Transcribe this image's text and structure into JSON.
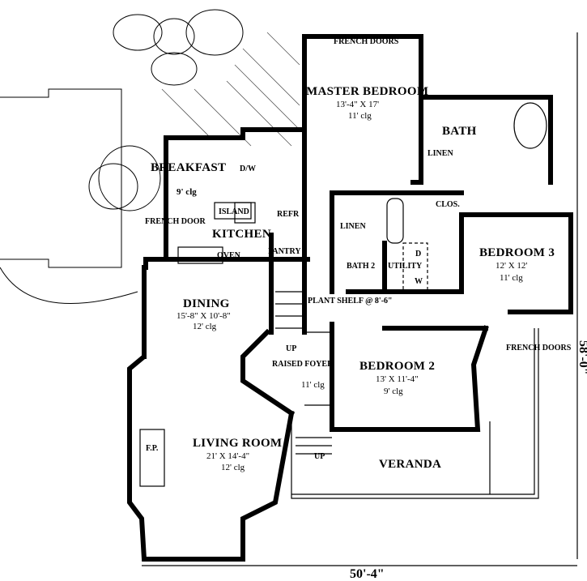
{
  "rooms": {
    "master_bedroom": {
      "name": "MASTER BEDROOM",
      "size": "13'-4\" X 17'",
      "ceiling": "11' clg"
    },
    "master_french_doors": "FRENCH DOORS",
    "bath": "BATH",
    "linen_master": "LINEN",
    "closet": "CLOS.",
    "linen_hall": "LINEN",
    "bath2": "BATH 2",
    "utility": "UTILITY",
    "dryer": "D",
    "washer": "W",
    "bedroom3": {
      "name": "BEDROOM 3",
      "size": "12' X 12'",
      "ceiling": "11' clg"
    },
    "breakfast": {
      "name": "BREAKFAST",
      "ceiling": "9' clg"
    },
    "dishwasher": "D/W",
    "island": "ISLAND",
    "refrigerator": "REFR",
    "kitchen": "KITCHEN",
    "french_door": "FRENCH DOOR",
    "oven": "OVEN",
    "pantry": "PANTRY",
    "dining": {
      "name": "DINING",
      "size": "15'-8\" X 10'-8\"",
      "ceiling": "12' clg"
    },
    "plant_shelf": "PLANT SHELF @ 8'-6\"",
    "stair_up": "UP",
    "raised_foyer": {
      "name": "RAISED FOYER",
      "ceiling": "11' clg"
    },
    "bedroom2": {
      "name": "BEDROOM 2",
      "size": "13' X 11'-4\"",
      "ceiling": "9' clg"
    },
    "bedroom2_french_doors": "FRENCH DOORS",
    "fireplace": "F.P.",
    "living_room": {
      "name": "LIVING ROOM",
      "size": "21' X 14'-4\"",
      "ceiling": "12' clg"
    },
    "entry_up": "UP",
    "veranda": "VERANDA"
  },
  "dimensions": {
    "depth": "58'-0\"",
    "width": "50'-4\""
  }
}
